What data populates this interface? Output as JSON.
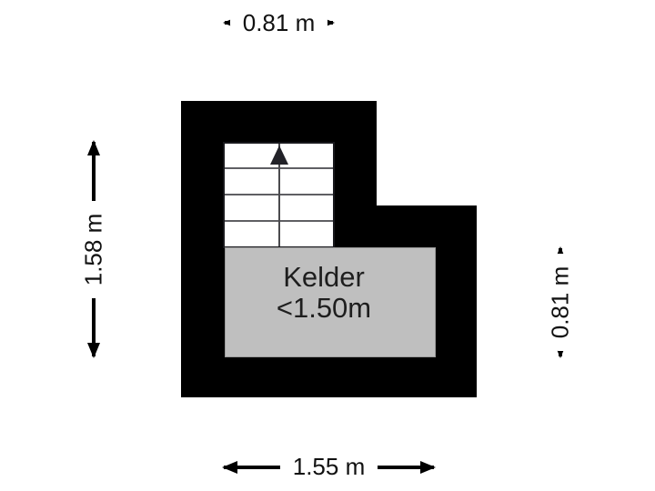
{
  "plan": {
    "room": {
      "name": "Kelder",
      "height_note": "<1.50m"
    },
    "stair": {
      "steps": 4,
      "direction": "up"
    },
    "dimensions": {
      "top": "0.81 m",
      "left": "1.58 m",
      "right": "0.81 m",
      "bottom": "1.55 m"
    },
    "colors": {
      "wall": "#000000",
      "room_fill": "#bfbfbf",
      "room_border": "#9a9a9a",
      "stair_fill": "#ffffff",
      "stair_line": "#5f5f63",
      "arrow": "#000000",
      "label_background": "#ffffff",
      "text": "#1e1e1e",
      "page_background": "#ffffff"
    }
  }
}
